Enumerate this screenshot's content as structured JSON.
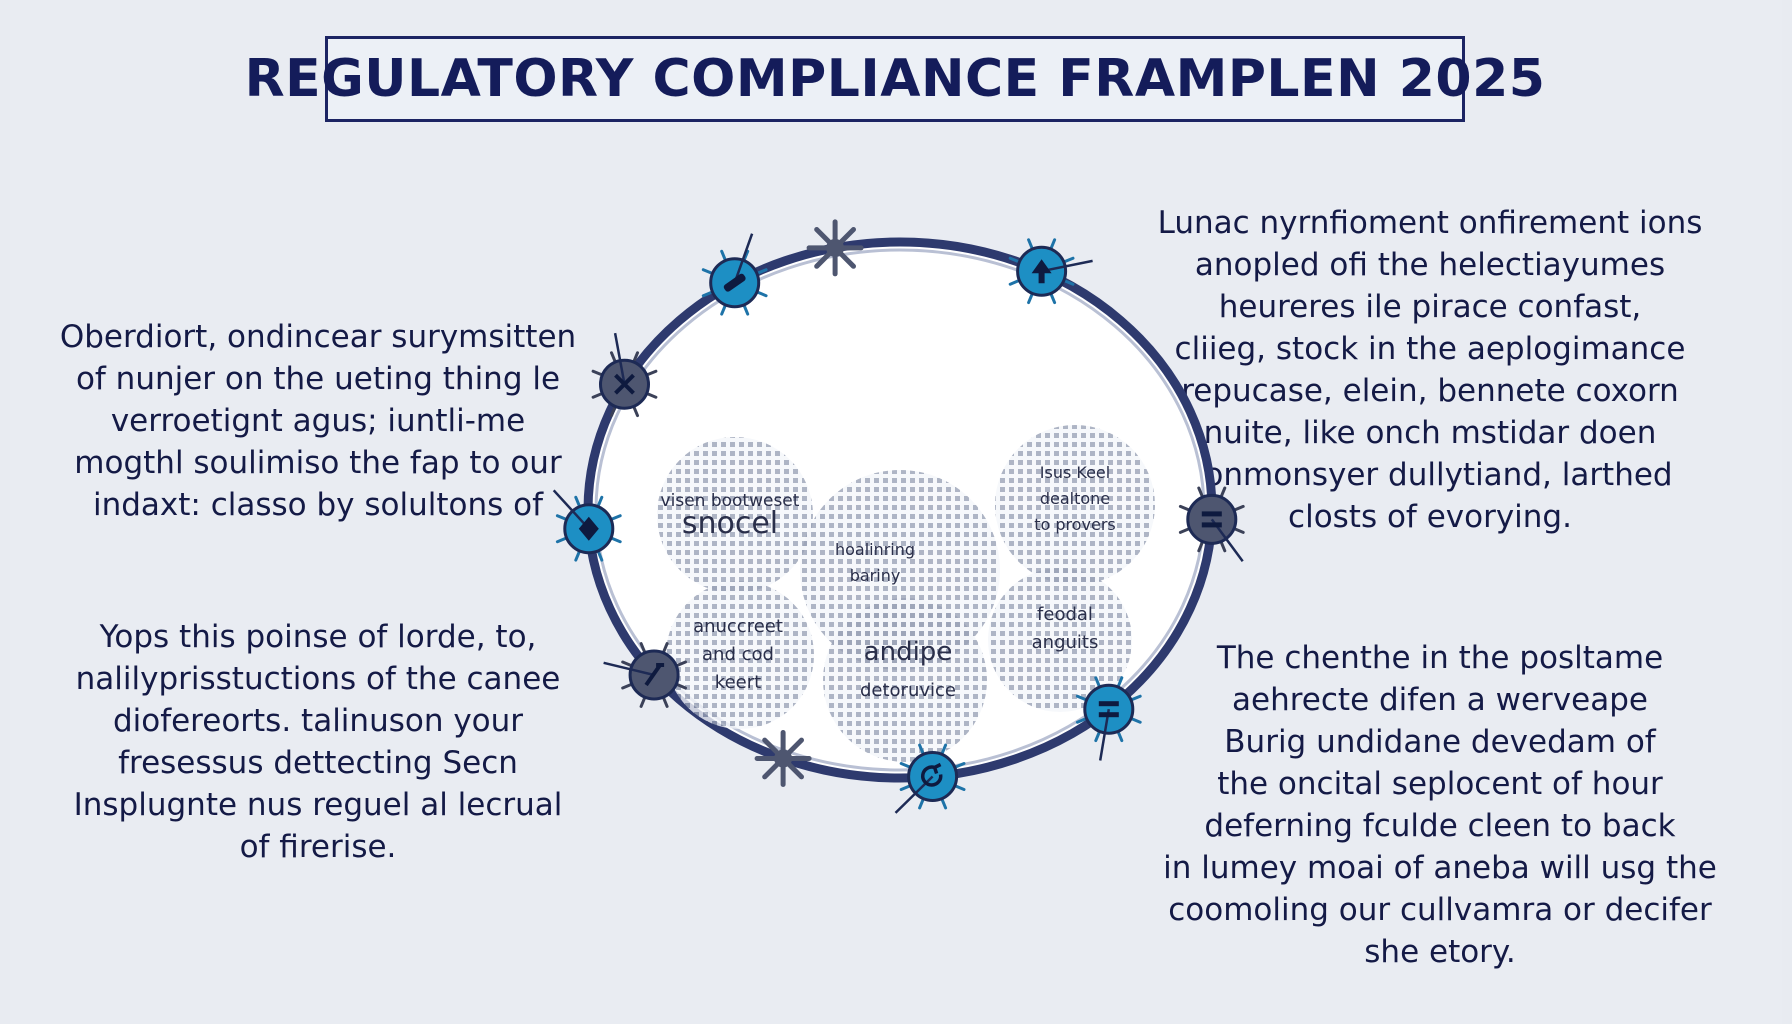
{
  "title": "REGULATORY COMPLIANCE FRAMPLEN 2025",
  "left_top_lines": [
    "Oberdiort, ondincear surymsitten",
    "of nunjer on the ueting thing le",
    "verroetignt agus; iuntli-me",
    "mogthl soulimiso the fap to our",
    "indaxt: classo by solultons of"
  ],
  "left_bottom_lines": [
    "Yops this poinse of lorde, to,",
    "nalilyprisstuctions of the canee",
    "diofereorts. talinuson your",
    "fresessus dettecting Secn",
    "Insplugnte nus reguel al lecrual",
    "of firerise."
  ],
  "right_top_lines": [
    "Lunac nyrnfioment onfirement ions",
    "anopled ofi the helectiayumes",
    "heureres ile pirace confast,",
    "cliieg, stock in the aeplogimance",
    "repucase, elein, bennete coxorn",
    "nuite, like onch mstidar doen",
    "conmonsyer dullytiand, larthed",
    "closts of evorying."
  ],
  "right_bottom_lines": [
    "The chenthe in the posltame",
    "aehrecte difen a werveape",
    "Burig undidane devedam of",
    "the oncital seplocent of hour",
    "deferning fculde cleen to back",
    "in lumey moai of aneba will usg the",
    "coomoling our cullvamra or decifer",
    "she etory."
  ],
  "clusters": [
    {
      "lines": [
        "visen bootweset",
        "snocel"
      ]
    },
    {
      "lines": [
        "Isus Keel",
        "dealtone",
        "to provers"
      ]
    },
    {
      "lines": [
        "hoalinring",
        "bariny"
      ]
    },
    {
      "lines": [
        "anuccreet",
        "and cod",
        "keert"
      ]
    },
    {
      "lines": [
        "andipe",
        "detoruvice"
      ]
    },
    {
      "lines": [
        "feodal",
        "anguits"
      ]
    }
  ],
  "colors": {
    "accent_blue": "#1d8fc4",
    "ring": "#2e3a6e",
    "node_gray": "#4e5670",
    "title": "#141c5a"
  }
}
